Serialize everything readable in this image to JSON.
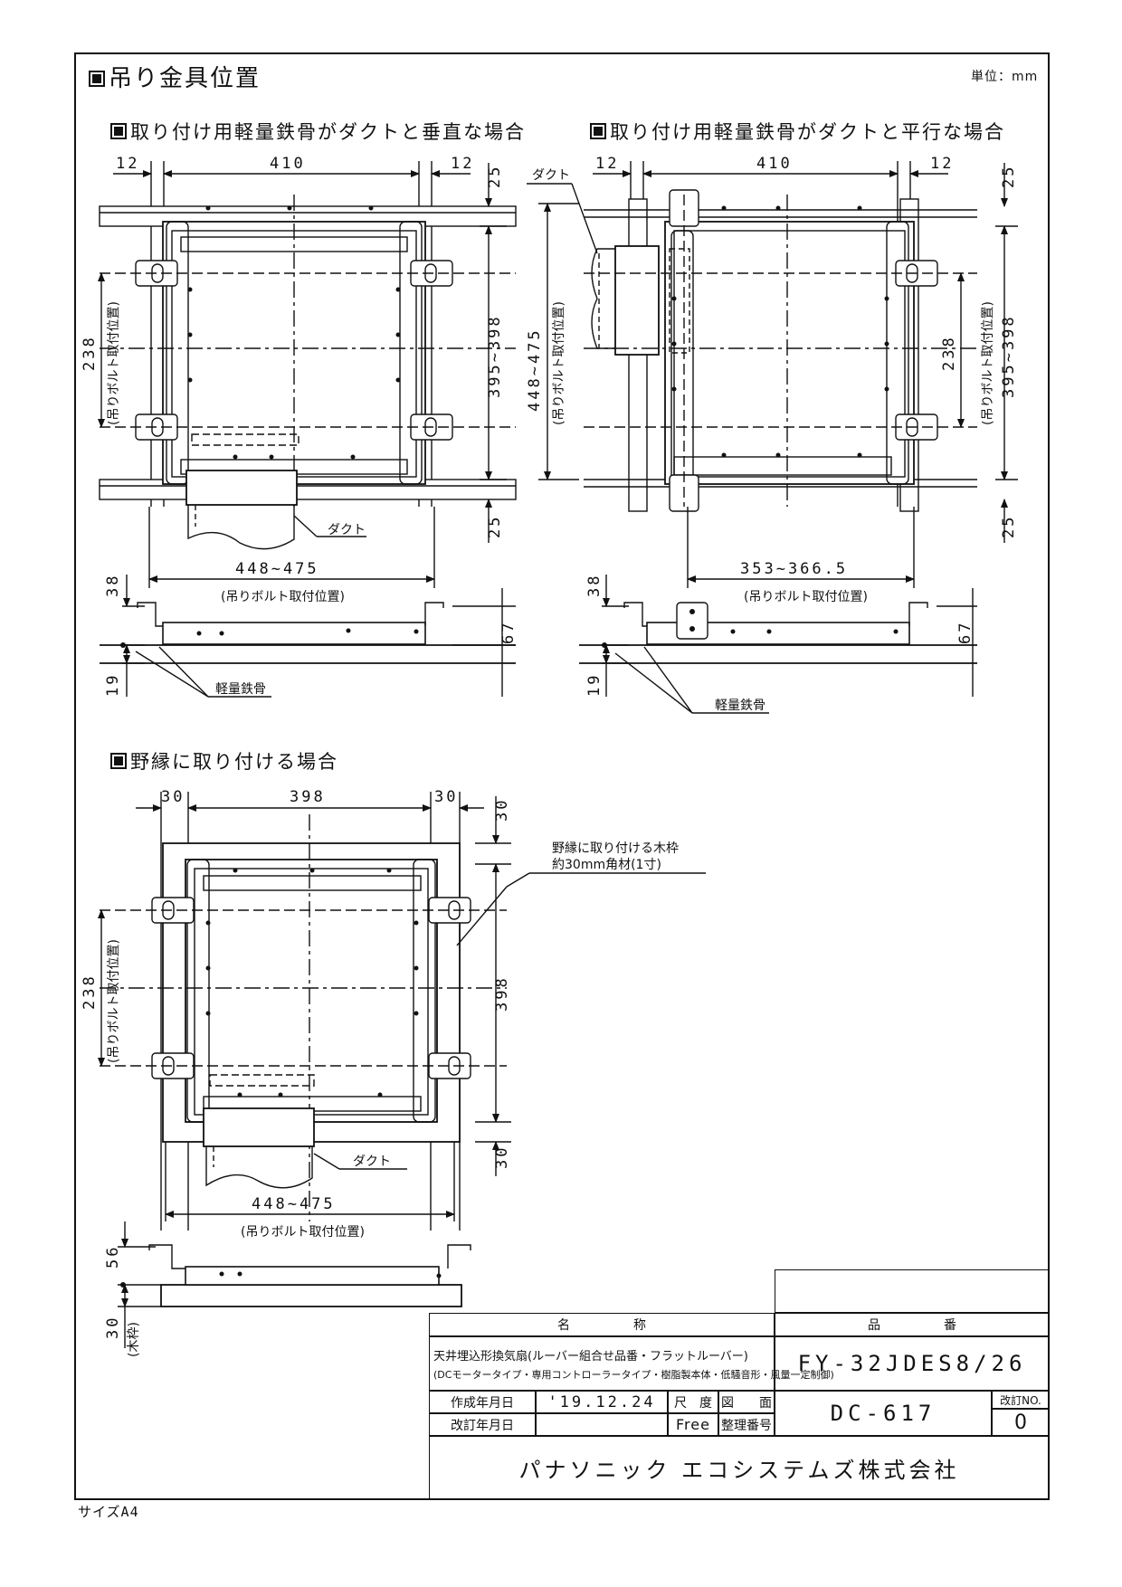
{
  "title": "吊り金具位置",
  "unit": "単位：mm",
  "size_note": "サイズA4",
  "sections": {
    "perpendicular": "取り付け用軽量鉄骨がダクトと垂直な場合",
    "parallel": "取り付け用軽量鉄骨がダクトと平行な場合",
    "nobuchi": "野縁に取り付ける場合"
  },
  "dims": {
    "d12": "12",
    "d410": "410",
    "d25": "25",
    "d238": "238",
    "d395_398": "395~398",
    "d448_475": "448~475",
    "d353_3665": "353~366.5",
    "d38": "38",
    "d67": "67",
    "d19": "19",
    "d30": "30",
    "d398": "398",
    "d56": "56"
  },
  "labels": {
    "duct": "ダクト",
    "bolt_pos": "(吊りボルト取付位置)",
    "bolt_pos_v": "(吊りボルト取付位置)",
    "light_steel": "軽量鉄骨",
    "wood_frame_1": "野縁に取り付ける木枠",
    "wood_frame_2": "約30mm角材(1寸)",
    "wood": "(木枠)"
  },
  "title_block": {
    "name_header": "名　　　　　称",
    "part_header": "品　　　　　番",
    "name_line1": "天井埋込形換気扇(ルーバー組合せ品番・フラットルーバー)",
    "name_line2": "(DCモータータイプ・専用コントローラータイプ・樹脂製本体・低騒音形・風量一定制御)",
    "part_no": "FY-32JDES8/26",
    "created_label": "作成年月日",
    "created_value": "'19.12.24",
    "revised_label": "改訂年月日",
    "revised_value": "",
    "scale_label": "尺　度",
    "scale_value": "Free",
    "drawing_label": "図　　面",
    "control_label": "整理番号",
    "drawing_no": "DC-617",
    "rev_label": "改訂NO.",
    "rev_value": "0",
    "company": "パナソニック エコシステムズ株式会社"
  }
}
